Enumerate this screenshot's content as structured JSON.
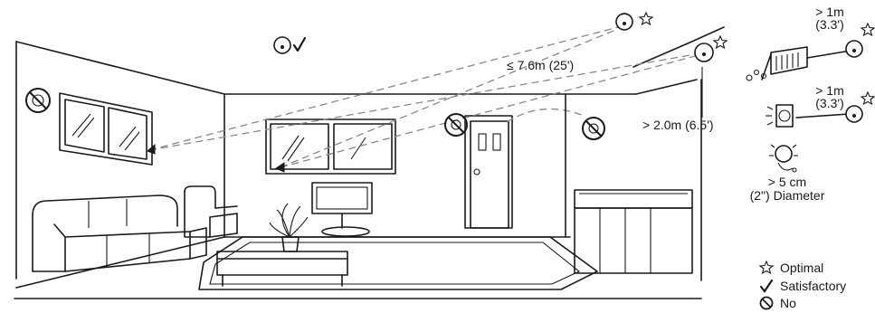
{
  "labels": {
    "distance_max": "≤ 7.6m (25')",
    "ceiling_clearance": "> 2.0m (6.5')",
    "vent_distance_top": "> 1m",
    "vent_distance_top_ft": "(3.3')",
    "heater_distance_top": "> 1m",
    "heater_distance_top_ft": "(3.3')",
    "lamp_size_top": "> 5 cm",
    "lamp_size_bottom": "(2\") Diameter"
  },
  "legend": [
    {
      "icon": "star-icon",
      "label": "Optimal"
    },
    {
      "icon": "check-icon",
      "label": "Satisfactory"
    },
    {
      "icon": "no-icon",
      "label": "No"
    }
  ],
  "colors": {
    "line": "#1a1a1a",
    "dashed": "#888888",
    "background": "#ffffff"
  }
}
